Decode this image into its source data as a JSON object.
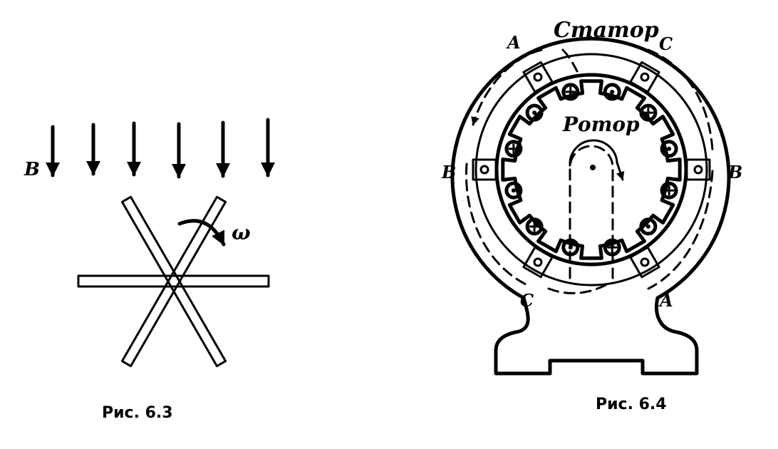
{
  "figure1": {
    "field_label": "B",
    "omega_label": "ω",
    "caption": "Рис. 6.3"
  },
  "figure2": {
    "stator_label": "Статор",
    "rotor_label": "Ротор",
    "phase_A_top": "A",
    "phase_C_top": "C",
    "phase_B_left": "B",
    "phase_B_right": "B",
    "phase_C_bottom": "C",
    "phase_A_bottom": "A",
    "caption": "Рис. 6.4"
  }
}
